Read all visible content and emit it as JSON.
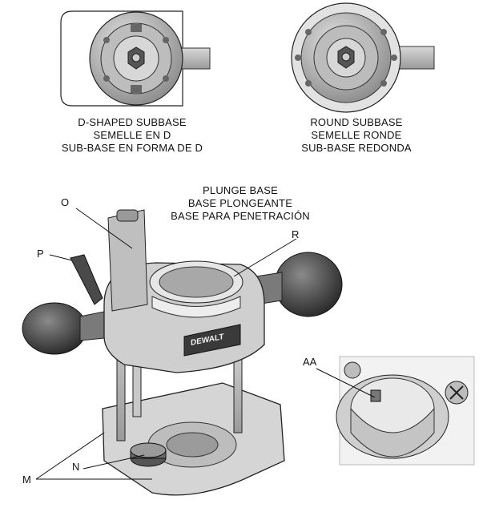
{
  "d_shaped_caption": [
    "D-SHAPED SUBBASE",
    "SEMELLE EN D",
    "SUB-BASE EN FORMA DE D"
  ],
  "round_caption": [
    "ROUND SUBBASE",
    "SEMELLE RONDE",
    "SUB-BASE REDONDA"
  ],
  "plunge_caption": [
    "PLUNGE BASE",
    "BASE PLONGEANTE",
    "BASE PARA PENETRACIÓN"
  ],
  "callouts": {
    "o": "O",
    "p": "P",
    "r": "R",
    "aa": "AA",
    "m": "M",
    "n": "N"
  },
  "brand": "DEWALT"
}
